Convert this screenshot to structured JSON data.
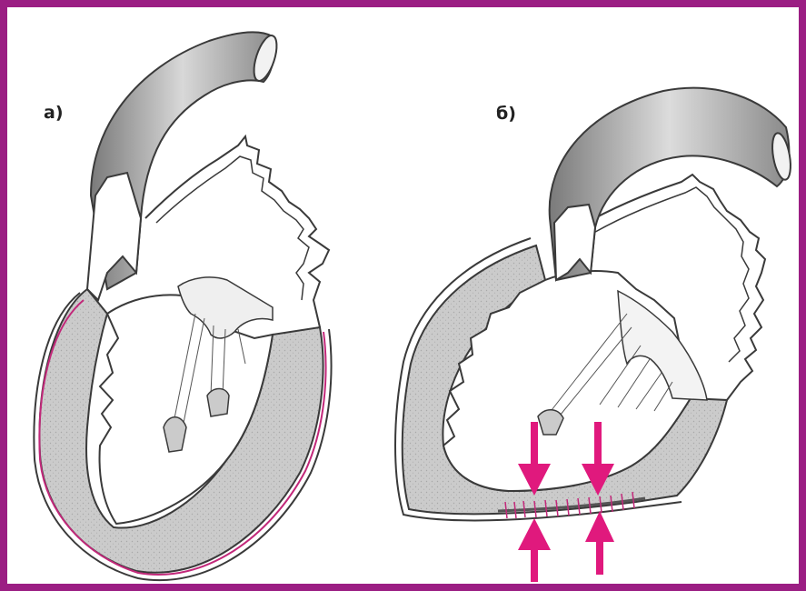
{
  "panels": [
    {
      "label": "а)",
      "myocardium_color": "#c9c9c9",
      "pericardium_line_color": "#c2287a"
    },
    {
      "label": "б)",
      "myocardium_color": "#c9c9c9",
      "arrow_color": "#e0197d",
      "arrow_count": 4
    }
  ],
  "colors": {
    "border": "#9b1e83",
    "outline": "#3a3a3a",
    "arrow": "#e0197d",
    "aorta_fill": "#9a9a9a"
  }
}
